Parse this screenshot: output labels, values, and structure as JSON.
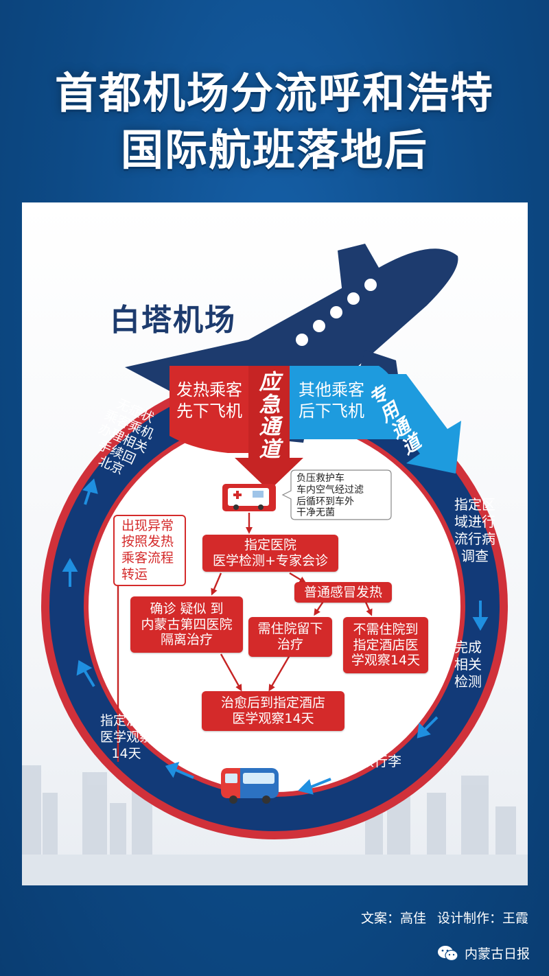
{
  "title": {
    "line1": "首都机场分流呼和浩特",
    "line2": "国际航班落地后"
  },
  "airport": "白塔机场",
  "fever_passengers": [
    "发热乘客",
    "先下飞机"
  ],
  "other_passengers": [
    "其他乘客",
    "后下飞机"
  ],
  "emergency_channel": [
    "应",
    "急",
    "通",
    "道"
  ],
  "dedicated_channel": [
    "专",
    "用",
    "通",
    "道"
  ],
  "ambulance_note": [
    "负压救护车",
    "车内空气经过滤",
    "后循环到车外",
    "干净无菌"
  ],
  "hospital_box": [
    "指定医院",
    "医学检测+专家会诊"
  ],
  "common_cold_box": "普通感冒发热",
  "confirmed_box": [
    "确诊 疑似 到",
    "内蒙古第四医院",
    "隔离治疗"
  ],
  "need_hospital_box": [
    "需住院留下",
    "治疗"
  ],
  "no_hospital_box": [
    "不需住院到",
    "指定酒店医",
    "学观察14天"
  ],
  "recovered_box": [
    "治愈后到指定酒店",
    "医学观察14天"
  ],
  "abnormal_box": [
    "出现异常",
    "按照发热",
    "乘客流程",
    "转运"
  ],
  "ring_labels": {
    "left_top": [
      "无症状",
      "乘客乘机",
      "办理相关",
      "手续回",
      "北京"
    ],
    "right_top": [
      "指定区",
      "域进行",
      "流行病",
      "调查"
    ],
    "right_mid": [
      "完成",
      "相关",
      "检测"
    ],
    "right_bottom": "取行李",
    "left_bottom": [
      "指定酒店",
      "医学观察",
      "14天"
    ]
  },
  "credits": {
    "copy": "文案：高佳",
    "design": "设计制作：王霞"
  },
  "source": "内蒙古日报",
  "colors": {
    "background": "#0d4a86",
    "ring": "#123a78",
    "red": "#d42a2a",
    "cyan": "#1e9bde",
    "arrow": "#1f8fe0"
  },
  "icons": [
    "airplane-icon",
    "ambulance-icon",
    "bus-icon",
    "wechat-icon"
  ]
}
